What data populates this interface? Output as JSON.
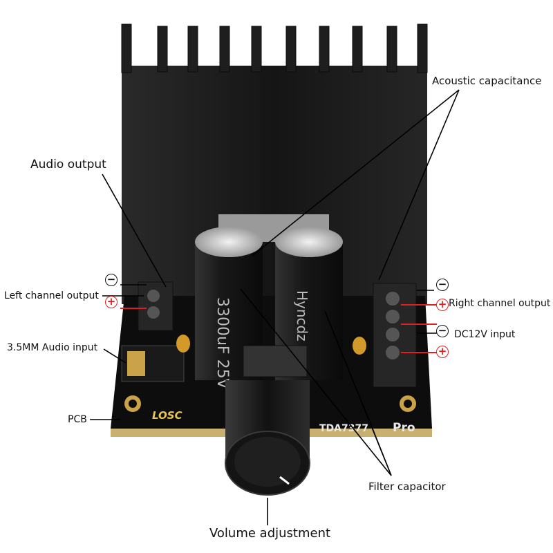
{
  "labels": {
    "acoustic_capacitance": "Acoustic capacitance",
    "audio_output": "Audio output",
    "left_channel_output": "Left channel output",
    "audio_input": "3.5MM Audio input",
    "pcb": "PCB",
    "right_channel_output": "Right channel output",
    "dc12v_input": "DC12V input",
    "filter_capacitor": "Filter capacitor",
    "volume_adjustment": "Volume adjustment"
  },
  "board": {
    "brand_logo": "LOSC",
    "model": "TDA7377",
    "model_suffix": "Pro"
  },
  "capacitors": {
    "left_print": "3300uF 25V",
    "right_print": "Hyncdz"
  },
  "polarity": {
    "minus_symbol": "−",
    "plus_symbol": "+"
  },
  "colors": {
    "heatsink": "#1b1b1b",
    "pcb": "#0d0d0d",
    "pcb_edge": "#c8b070",
    "positive": "#e02020",
    "terminal": "#2a2a2a"
  }
}
